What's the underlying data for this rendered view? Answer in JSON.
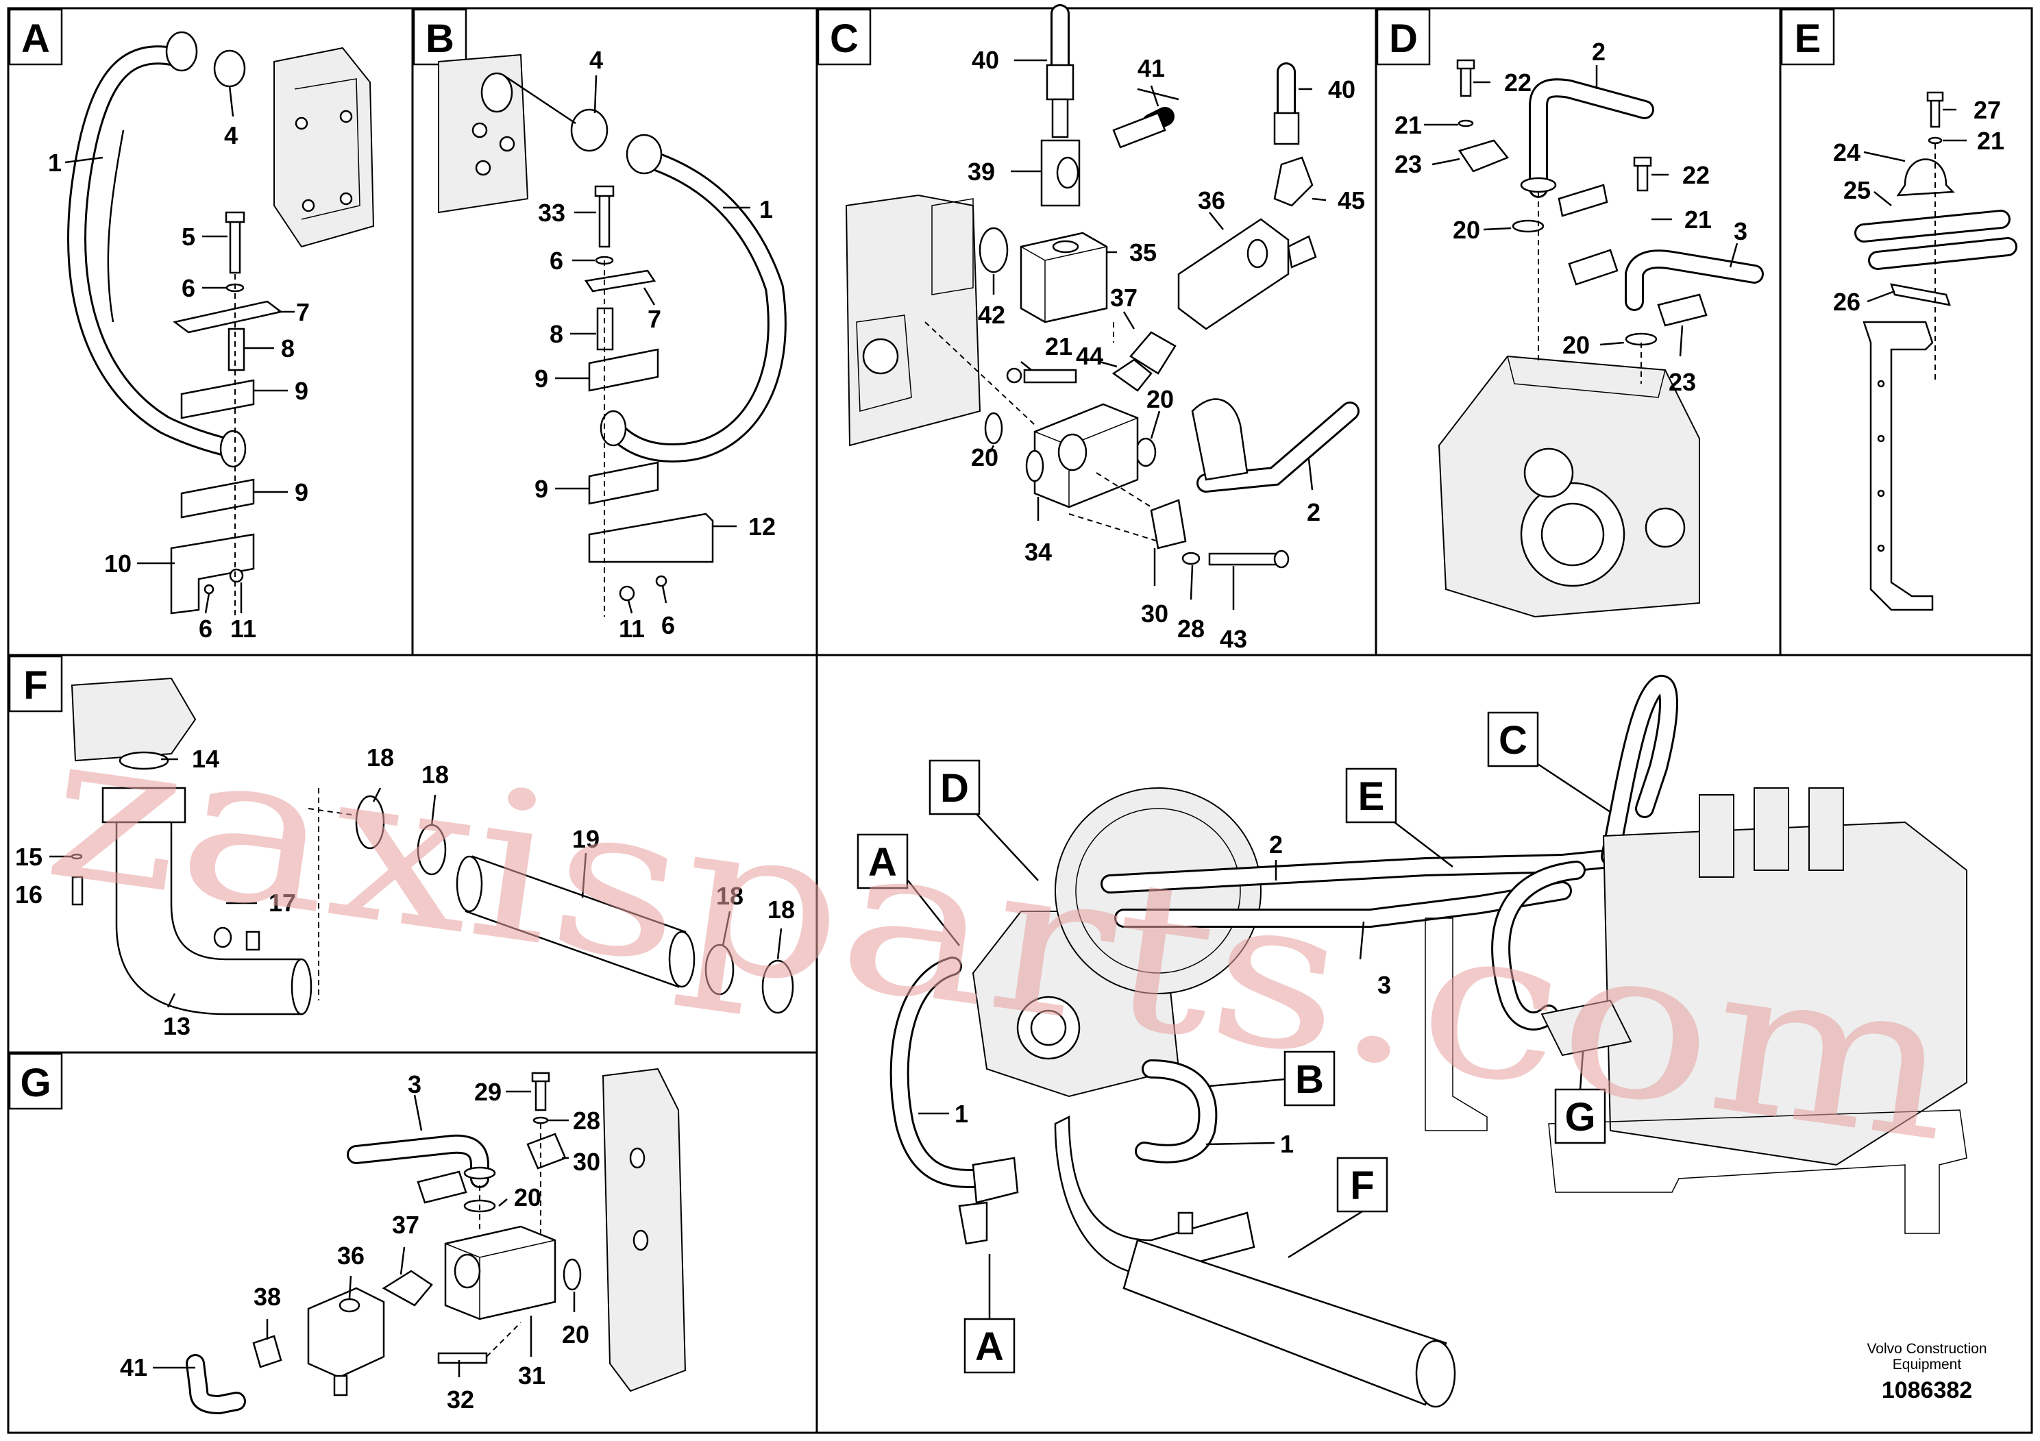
{
  "sections": {
    "A": {
      "letter": "A",
      "callouts": {
        "c1": "1",
        "c4": "4",
        "c5": "5",
        "c6": "6",
        "c7": "7",
        "c8": "8",
        "c9a": "9",
        "c9b": "9",
        "c10": "10",
        "c6b": "6",
        "c11": "11"
      }
    },
    "B": {
      "letter": "B",
      "callouts": {
        "c4": "4",
        "c1": "1",
        "c33": "33",
        "c6": "6",
        "c7": "7",
        "c8": "8",
        "c9a": "9",
        "c9b": "9",
        "c12": "12",
        "c11": "11",
        "c6b": "6"
      }
    },
    "C": {
      "letter": "C",
      "callouts": {
        "c40a": "40",
        "c41": "41",
        "c40b": "40",
        "c39": "39",
        "c45": "45",
        "c36": "36",
        "c35": "35",
        "c42": "42",
        "c37": "37",
        "c21": "21",
        "c44": "44",
        "c20a": "20",
        "c20b": "20",
        "c2": "2",
        "c34": "34",
        "c30": "30",
        "c28": "28",
        "c43": "43"
      }
    },
    "D": {
      "letter": "D",
      "callouts": {
        "c22a": "22",
        "c2": "2",
        "c21a": "21",
        "c23a": "23",
        "c22b": "22",
        "c20a": "20",
        "c21b": "21",
        "c3": "3",
        "c20b": "20",
        "c23b": "23"
      }
    },
    "E": {
      "letter": "E",
      "callouts": {
        "c27": "27",
        "c24": "24",
        "c21": "21",
        "c25": "25",
        "c26": "26"
      }
    },
    "F": {
      "letter": "F",
      "callouts": {
        "c14": "14",
        "c18a": "18",
        "c18b": "18",
        "c19": "19",
        "c15": "15",
        "c16": "16",
        "c17": "17",
        "c18c": "18",
        "c18d": "18",
        "c13": "13"
      }
    },
    "G": {
      "letter": "G",
      "callouts": {
        "c3": "3",
        "c29": "29",
        "c28": "28",
        "c30": "30",
        "c20a": "20",
        "c37": "37",
        "c36": "36",
        "c38": "38",
        "c41": "41",
        "c32": "32",
        "c31": "31",
        "c20b": "20"
      }
    },
    "overview": {
      "refs": {
        "A": "A",
        "A2": "A",
        "B": "B",
        "C": "C",
        "D": "D",
        "E": "E",
        "F": "F",
        "G": "G"
      },
      "callouts": {
        "c1a": "1",
        "c1b": "1",
        "c2": "2",
        "c3": "3"
      }
    }
  },
  "footer": {
    "company_line1": "Volvo Construction",
    "company_line2": "Equipment",
    "drawing_number": "1086382"
  },
  "watermark": "zaxisparts.com"
}
